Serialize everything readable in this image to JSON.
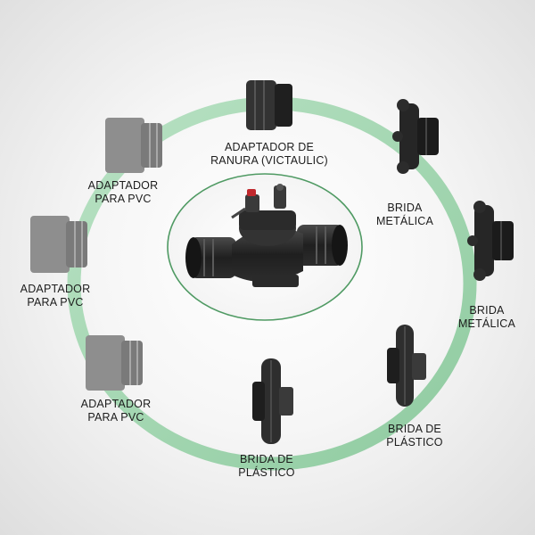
{
  "colors": {
    "ring": "#9fd3ae",
    "ring_edge": "#bfe3c8",
    "center_ellipse_stroke": "#4f9a63",
    "gray_pvc": "#8c8c8c",
    "black_part": "#2b2b2b"
  },
  "center": {
    "product": "valve-icon"
  },
  "labels": {
    "victaulic": [
      "ADAPTADOR DE",
      "RANURA (VICTAULIC)"
    ],
    "metal_flange_1": [
      "BRIDA",
      "METÁLICA"
    ],
    "metal_flange_2": [
      "BRIDA",
      "METÁLICA"
    ],
    "plastic_flange_right": [
      "BRIDA DE",
      "PLÁSTICO"
    ],
    "plastic_flange_bottom": [
      "BRIDA DE",
      "PLÁSTICO"
    ],
    "pvc_top": [
      "ADAPTADOR",
      "PARA PVC"
    ],
    "pvc_middle": [
      "ADAPTADOR",
      "PARA PVC"
    ],
    "pvc_bottom": [
      "ADAPTADOR",
      "PARA PVC"
    ]
  }
}
